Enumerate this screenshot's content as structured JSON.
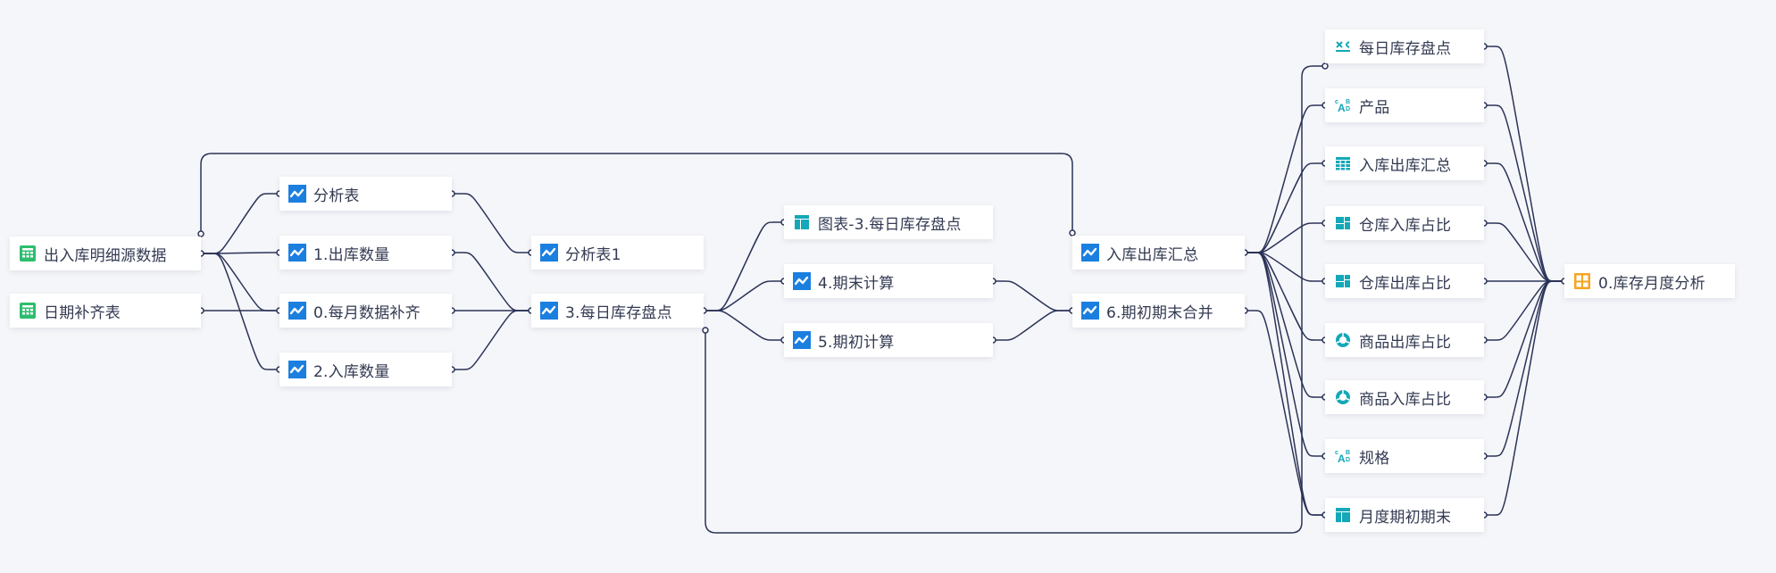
{
  "colors": {
    "background": "#f5f6f9",
    "edge": "#2b3358",
    "table_icon": "#2ebd6f",
    "etl_icon": "#1b7fe0",
    "chart_icon": "#14a8b8",
    "dashboard_icon": "#f5a623",
    "text": "#333a52"
  },
  "nodes": [
    {
      "id": "src1",
      "label": "出入库明细源数据",
      "icon": "table-icon"
    },
    {
      "id": "src2",
      "label": "日期补齐表",
      "icon": "table-icon"
    },
    {
      "id": "b1",
      "label": "分析表",
      "icon": "etl-icon"
    },
    {
      "id": "b2",
      "label": "1.出库数量",
      "icon": "etl-icon"
    },
    {
      "id": "b3",
      "label": "0.每月数据补齐",
      "icon": "etl-icon"
    },
    {
      "id": "b4",
      "label": "2.入库数量",
      "icon": "etl-icon"
    },
    {
      "id": "c1",
      "label": "分析表1",
      "icon": "etl-icon"
    },
    {
      "id": "c2",
      "label": "3.每日库存盘点",
      "icon": "etl-icon"
    },
    {
      "id": "d1",
      "label": "图表-3.每日库存盘点",
      "icon": "detail-table-icon"
    },
    {
      "id": "d2",
      "label": "4.期末计算",
      "icon": "etl-icon"
    },
    {
      "id": "d3",
      "label": "5.期初计算",
      "icon": "etl-icon"
    },
    {
      "id": "e1",
      "label": "入库出库汇总",
      "icon": "etl-icon"
    },
    {
      "id": "e2",
      "label": "6.期初期末合并",
      "icon": "etl-icon"
    },
    {
      "id": "f1",
      "label": "每日库存盘点",
      "icon": "crosstab-icon"
    },
    {
      "id": "f2",
      "label": "产品",
      "icon": "text-filter-icon"
    },
    {
      "id": "f3",
      "label": "入库出库汇总",
      "icon": "grid-table-icon"
    },
    {
      "id": "f4",
      "label": "仓库入库占比",
      "icon": "treemap-icon"
    },
    {
      "id": "f5",
      "label": "仓库出库占比",
      "icon": "treemap-icon"
    },
    {
      "id": "f6",
      "label": "商品出库占比",
      "icon": "donut-icon"
    },
    {
      "id": "f7",
      "label": "商品入库占比",
      "icon": "donut-icon"
    },
    {
      "id": "f8",
      "label": "规格",
      "icon": "text-filter-icon"
    },
    {
      "id": "f9",
      "label": "月度期初期末",
      "icon": "detail-table-icon"
    },
    {
      "id": "g1",
      "label": "0.库存月度分析",
      "icon": "dashboard-icon"
    }
  ],
  "edges": [
    [
      "src1",
      "b1"
    ],
    [
      "src1",
      "b2"
    ],
    [
      "src1",
      "b3"
    ],
    [
      "src1",
      "b4"
    ],
    [
      "src2",
      "b3"
    ],
    [
      "src1",
      "e1"
    ],
    [
      "b1",
      "c1"
    ],
    [
      "b2",
      "c2"
    ],
    [
      "b3",
      "c2"
    ],
    [
      "b4",
      "c2"
    ],
    [
      "c2",
      "d1"
    ],
    [
      "c2",
      "d2"
    ],
    [
      "c2",
      "d3"
    ],
    [
      "c2",
      "f1"
    ],
    [
      "d2",
      "e2"
    ],
    [
      "d3",
      "e2"
    ],
    [
      "e1",
      "f2"
    ],
    [
      "e1",
      "f3"
    ],
    [
      "e1",
      "f4"
    ],
    [
      "e1",
      "f5"
    ],
    [
      "e1",
      "f6"
    ],
    [
      "e1",
      "f7"
    ],
    [
      "e1",
      "f8"
    ],
    [
      "e1",
      "f9"
    ],
    [
      "e2",
      "f9"
    ],
    [
      "f1",
      "g1"
    ],
    [
      "f2",
      "g1"
    ],
    [
      "f3",
      "g1"
    ],
    [
      "f4",
      "g1"
    ],
    [
      "f5",
      "g1"
    ],
    [
      "f6",
      "g1"
    ],
    [
      "f7",
      "g1"
    ],
    [
      "f8",
      "g1"
    ],
    [
      "f9",
      "g1"
    ]
  ]
}
